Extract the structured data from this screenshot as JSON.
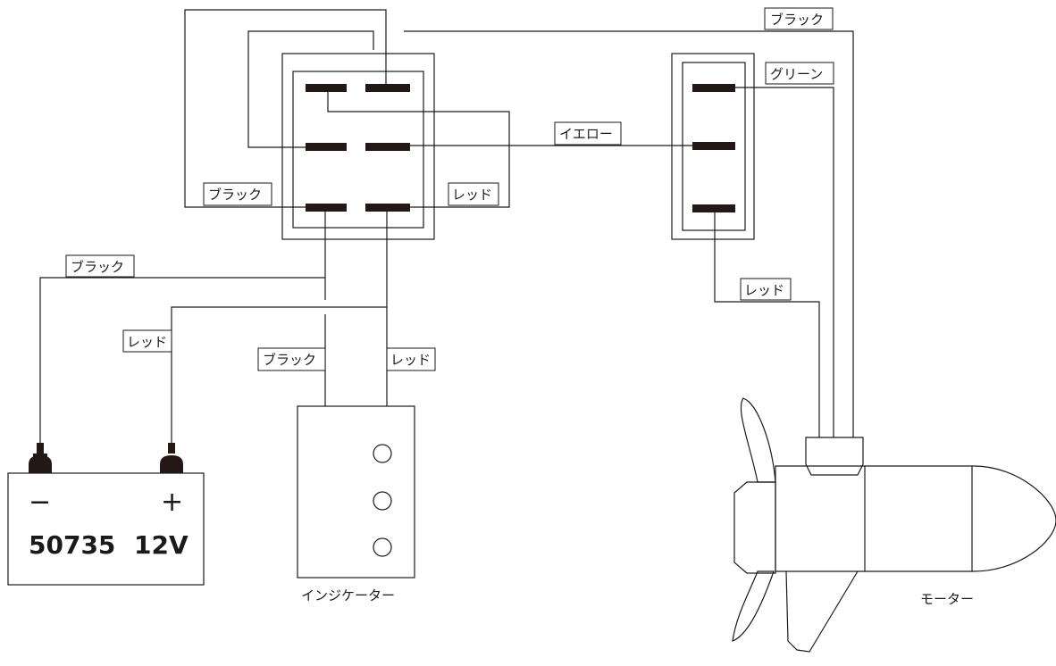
{
  "wire_labels": {
    "black_top_right": "ブラック",
    "green": "グリーン",
    "yellow": "イエロー",
    "black_switch_left": "ブラック",
    "red_switch_right": "レッド",
    "black_battery": "ブラック",
    "red_battery": "レッド",
    "black_indicator": "ブラック",
    "red_indicator": "レッド",
    "red_motor": "レッド"
  },
  "battery": {
    "minus": "−",
    "plus": "+",
    "model": "50735",
    "voltage": "12V"
  },
  "indicator": {
    "caption": "インジケーター"
  },
  "motor": {
    "caption": "モーター"
  },
  "colors": {
    "line": "#1a1a1a",
    "pin": "#231815",
    "background": "#ffffff"
  }
}
